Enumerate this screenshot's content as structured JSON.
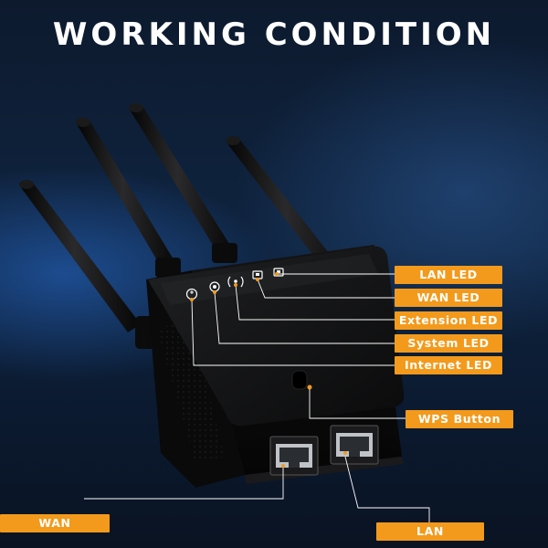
{
  "title": "WORKING CONDITION",
  "callouts": {
    "lan_led": "LAN LED",
    "wan_led": "WAN LED",
    "extension_led": "Extension LED",
    "system_led": "System LED",
    "internet_led": "Internet LED",
    "wps_button": "WPS Button",
    "wan_port": "WAN",
    "lan_port": "LAN"
  },
  "colors": {
    "accent": "#f39a1c",
    "device": "#0f0f10",
    "background": "#0f2440"
  },
  "icons": [
    "internet-led-icon",
    "system-led-icon",
    "extension-led-icon",
    "wan-led-icon",
    "lan-led-icon"
  ]
}
